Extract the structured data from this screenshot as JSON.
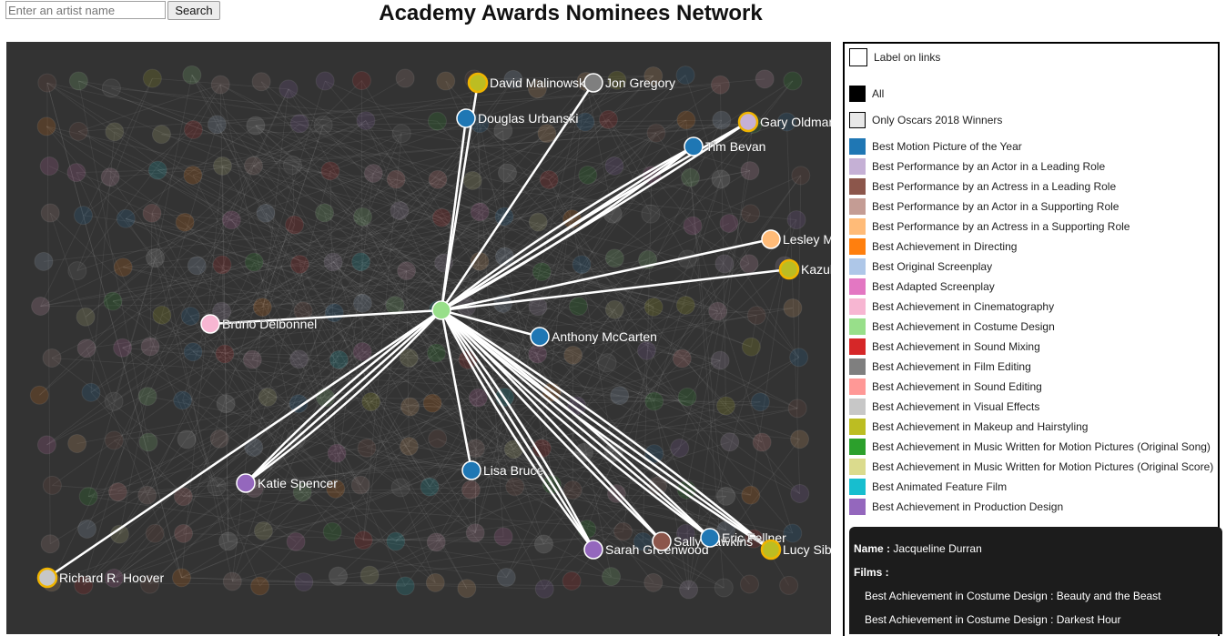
{
  "search": {
    "placeholder": "Enter an artist name",
    "button_label": "Search"
  },
  "title": "Academy Awards Nominees Network",
  "legend": {
    "toggle_label": "Label on links",
    "filters": [
      {
        "label": "All",
        "color": "#000000"
      },
      {
        "label": "Only Oscars 2018 Winners",
        "color": "#e8e8e8"
      }
    ],
    "categories": [
      {
        "label": "Best Motion Picture of the Year",
        "color": "#1f77b4"
      },
      {
        "label": "Best Performance by an Actor in a Leading Role",
        "color": "#c5b0d5"
      },
      {
        "label": "Best Performance by an Actress in a Leading Role",
        "color": "#8c564b"
      },
      {
        "label": "Best Performance by an Actor in a Supporting Role",
        "color": "#c49c94"
      },
      {
        "label": "Best Performance by an Actress in a Supporting Role",
        "color": "#ffbb78"
      },
      {
        "label": "Best Achievement in Directing",
        "color": "#ff7f0e"
      },
      {
        "label": "Best Original Screenplay",
        "color": "#aec7e8"
      },
      {
        "label": "Best Adapted Screenplay",
        "color": "#e377c2"
      },
      {
        "label": "Best Achievement in Cinematography",
        "color": "#f7b6d2"
      },
      {
        "label": "Best Achievement in Costume Design",
        "color": "#98df8a"
      },
      {
        "label": "Best Achievement in Sound Mixing",
        "color": "#d62728"
      },
      {
        "label": "Best Achievement in Film Editing",
        "color": "#7f7f7f"
      },
      {
        "label": "Best Achievement in Sound Editing",
        "color": "#ff9896"
      },
      {
        "label": "Best Achievement in Visual Effects",
        "color": "#c7c7c7"
      },
      {
        "label": "Best Achievement in Makeup and Hairstyling",
        "color": "#bcbd22"
      },
      {
        "label": "Best Achievement in Music Written for Motion Pictures (Original Song)",
        "color": "#2ca02c"
      },
      {
        "label": "Best Achievement in Music Written for Motion Pictures (Original Score)",
        "color": "#dbdb8d"
      },
      {
        "label": "Best Animated Feature Film",
        "color": "#17becf"
      },
      {
        "label": "Best Achievement in Production Design",
        "color": "#9467bd"
      }
    ]
  },
  "graph": {
    "background": "#333333",
    "winner_ring_color": "#f0b400",
    "center_node": {
      "color": "#98df8a"
    },
    "nodes": [
      {
        "name": "David Malinowski",
        "color": "#bcbd22",
        "winner": true
      },
      {
        "name": "Jon Gregory",
        "color": "#7f7f7f",
        "winner": false
      },
      {
        "name": "Douglas Urbanski",
        "color": "#1f77b4",
        "winner": false
      },
      {
        "name": "Gary Oldman",
        "color": "#c5b0d5",
        "winner": true
      },
      {
        "name": "Tim Bevan",
        "color": "#1f77b4",
        "winner": false
      },
      {
        "name": "Lesley Manville",
        "color": "#ffbb78",
        "winner": false
      },
      {
        "name": "Kazuhiro Tsuji",
        "color": "#bcbd22",
        "winner": true
      },
      {
        "name": "Bruno Delbonnel",
        "color": "#f7b6d2",
        "winner": false
      },
      {
        "name": "Anthony McCarten",
        "color": "#1f77b4",
        "winner": false
      },
      {
        "name": "Katie Spencer",
        "color": "#9467bd",
        "winner": false
      },
      {
        "name": "Lisa Bruce",
        "color": "#1f77b4",
        "winner": false
      },
      {
        "name": "Sarah Greenwood",
        "color": "#9467bd",
        "winner": false
      },
      {
        "name": "Sally Hawkins",
        "color": "#8c564b",
        "winner": false
      },
      {
        "name": "Eric Fellner",
        "color": "#1f77b4",
        "winner": false
      },
      {
        "name": "Lucy Sibbick",
        "color": "#bcbd22",
        "winner": true
      },
      {
        "name": "Richard R. Hoover",
        "color": "#c7c7c7",
        "winner": true
      }
    ]
  },
  "info": {
    "name_label": "Name :",
    "name_value": "Jacqueline Durran",
    "films_label": "Films :",
    "films": [
      "Best Achievement in Costume Design : Beauty and the Beast",
      "Best Achievement in Costume Design : Darkest Hour"
    ]
  }
}
